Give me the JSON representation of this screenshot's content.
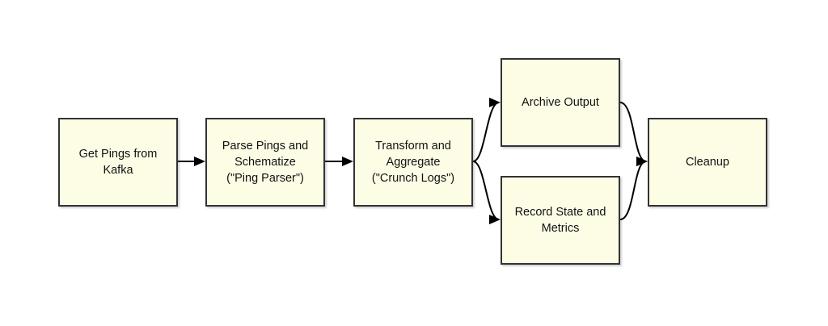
{
  "diagram": {
    "nodes": [
      {
        "id": "get-pings",
        "label": "Get Pings from\nKafka"
      },
      {
        "id": "parse-pings",
        "label": "Parse Pings and\nSchematize\n(\"Ping Parser\")"
      },
      {
        "id": "transform",
        "label": "Transform and\nAggregate\n(\"Crunch Logs\")"
      },
      {
        "id": "archive",
        "label": "Archive Output"
      },
      {
        "id": "record-state",
        "label": "Record State and\nMetrics"
      },
      {
        "id": "cleanup",
        "label": "Cleanup"
      }
    ],
    "edges": [
      {
        "from": "get-pings",
        "to": "parse-pings"
      },
      {
        "from": "parse-pings",
        "to": "transform"
      },
      {
        "from": "transform",
        "to": "archive"
      },
      {
        "from": "transform",
        "to": "record-state"
      },
      {
        "from": "archive",
        "to": "cleanup"
      },
      {
        "from": "record-state",
        "to": "cleanup"
      }
    ],
    "colors": {
      "node_fill": "#fdfde6",
      "node_border": "#333333",
      "edge": "#000000"
    }
  }
}
